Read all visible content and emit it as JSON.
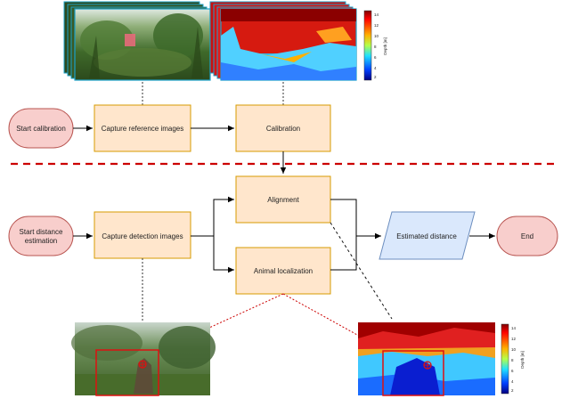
{
  "nodes": {
    "start_calibration": "Start calibration",
    "capture_reference": "Capture reference images",
    "calibration": "Calibration",
    "start_distance_line1": "Start distance",
    "start_distance_line2": "estimation",
    "capture_detection": "Capture detection images",
    "alignment": "Alignment",
    "animal_localization": "Animal localization",
    "estimated_distance": "Estimated distance",
    "end": "End"
  },
  "depth_colorbar": {
    "label": "Depth [m]",
    "ticks": [
      "14",
      "12",
      "10",
      "8",
      "6",
      "4",
      "2"
    ]
  },
  "colors": {
    "start_end_fill": "#f8cecc",
    "start_end_stroke": "#b85450",
    "process_fill": "#ffe6cc",
    "process_stroke": "#d79b00",
    "output_fill": "#dae8fc",
    "output_stroke": "#6c8ebf",
    "separator": "#cc0000",
    "thumb_border": "#1ba1c9"
  }
}
